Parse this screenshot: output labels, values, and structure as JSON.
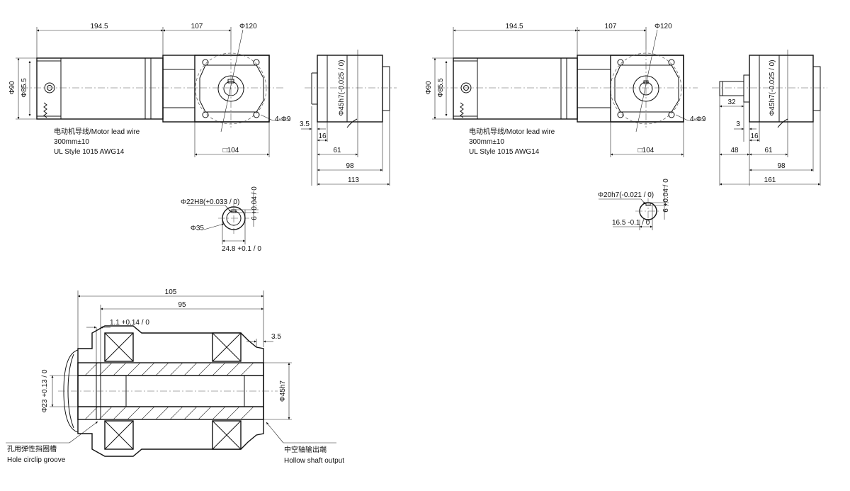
{
  "view1": {
    "dim_motor_length": "194.5",
    "dim_gear_length": "107",
    "dim_flange_dia": "Φ120",
    "dim_dia90": "Φ90",
    "dim_dia85_5": "Φ85.5",
    "dim_holes": "4-Φ9",
    "dim_square": "□104",
    "lead_wire_cn": "电动机导线/Motor lead wire",
    "lead_wire_len": "300mm±10",
    "lead_wire_std": "UL Style 1015 AWG14",
    "dim_3_5": "3.5",
    "dim_16": "16",
    "dim_61": "61",
    "dim_98": "98",
    "dim_113": "113",
    "dim_bore": "Φ45h7(-0.025 / 0)",
    "bore_detail": {
      "dim_bore": "Φ22H8(+0.033 / 0)",
      "dim_outer": "Φ35",
      "dim_key": "6 +0.04 / 0",
      "dim_key_height": "24.8 +0.1 / 0"
    }
  },
  "view2": {
    "dim_motor_length": "194.5",
    "dim_gear_length": "107",
    "dim_flange_dia": "Φ120",
    "dim_dia90": "Φ90",
    "dim_dia85_5": "Φ85.5",
    "dim_holes": "4-Φ9",
    "dim_square": "□104",
    "lead_wire_cn": "电动机导线/Motor lead wire",
    "lead_wire_len": "300mm±10",
    "lead_wire_std": "UL Style 1015 AWG14",
    "dim_32": "32",
    "dim_3": "3",
    "dim_16": "16",
    "dim_48": "48",
    "dim_61": "61",
    "dim_98": "98",
    "dim_161": "161",
    "dim_bore": "Φ45h7(-0.025 / 0)",
    "shaft_detail": {
      "dim_shaft": "Φ20h7(-0.021 / 0)",
      "dim_key": "6 +0.04 / 0",
      "dim_flat": "16.5 -0.1 / 0"
    }
  },
  "section": {
    "dim_105": "105",
    "dim_95": "95",
    "dim_1_1": "1.1 +0.14 / 0",
    "dim_3_5": "3.5",
    "dim_dia23": "Φ23 +0.13 / 0",
    "dim_dia45": "Φ45h7",
    "label_groove_cn": "孔用弹性挡圈槽",
    "label_groove_en": "Hole circlip groove",
    "label_output_cn": "中空轴输出端",
    "label_output_en": "Hollow shaft output"
  }
}
